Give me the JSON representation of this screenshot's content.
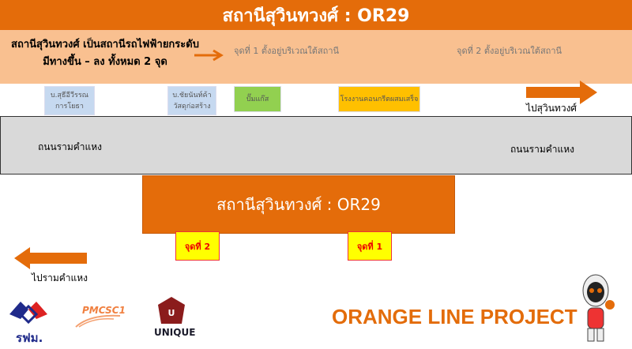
{
  "header": {
    "title": "สถานีสุวินทวงศ์ : OR29"
  },
  "info": {
    "line1": "สถานีสุวินทวงศ์ เป็นสถานีรถไฟฟ้ายกระดับ",
    "line2": "มีทางขึ้น – ลง ทั้งหมด 2 จุด",
    "point1": "จุดที่ 1 ตั้งอยู่บริเวณใต้สถานี",
    "point2": "จุดที่ 2 ตั้งอยู่บริเวณใต้สถานี"
  },
  "landmarks": [
    {
      "line1": "บ.สุธีอีวีรรณ",
      "line2": "การโยธา",
      "color": "#c6d9f0"
    },
    {
      "line1": "บ.ชัยนันท์ค้า",
      "line2": "วัสดุก่อสร้าง",
      "color": "#c6d9f0"
    },
    {
      "line1": "ปั๊มแก๊ส",
      "line2": "",
      "color": "#92d050"
    },
    {
      "line1": "โรงงานคอนกรีตผสมเสร็จ",
      "line2": "",
      "color": "#ffc000"
    }
  ],
  "direction_right": "ไปสุวินทวงศ์",
  "direction_left": "ไปรามคำแหง",
  "road": {
    "left": "ถนนรามคำแหง",
    "right": "ถนนรามคำแหง"
  },
  "station": {
    "label": "สถานีสุวินทวงศ์ : OR29"
  },
  "exits": {
    "exit2": "จุดที่ 2",
    "exit1": "จุดที่ 1"
  },
  "logos": {
    "srt": "รฟม.",
    "pmcsc": "PMCSC1",
    "unique": "UNIQUE"
  },
  "project": "ORANGE LINE PROJECT",
  "colors": {
    "orange": "#e46c0a",
    "peach": "#f9c090",
    "yellow": "#ffff00"
  }
}
